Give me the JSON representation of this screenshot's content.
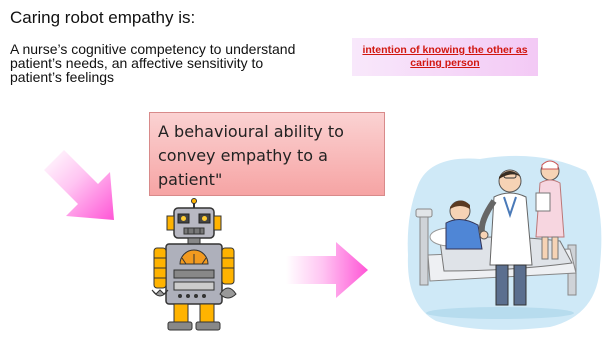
{
  "diagram": {
    "title": "Caring robot empathy is:",
    "definition": "A nurse’s cognitive competency to understand patient’s needs, an affective sensitivity to patient’s feelings",
    "intention": "intention of knowing the other as caring person",
    "behaviour": "A behavioural ability to convey empathy to a patient\""
  },
  "icons": {
    "arrow_left": "pink-gradient-arrow",
    "arrow_right": "pink-gradient-arrow",
    "robot": "robot-illustration",
    "hospital": "patient-in-bed-with-doctor-and-nurse-illustration"
  },
  "colors": {
    "arrow": "#ff66dd",
    "intention_text": "#d1170f",
    "behaviour_box": "#f8b4b4",
    "hospital_bg": "#cfe9f7"
  }
}
